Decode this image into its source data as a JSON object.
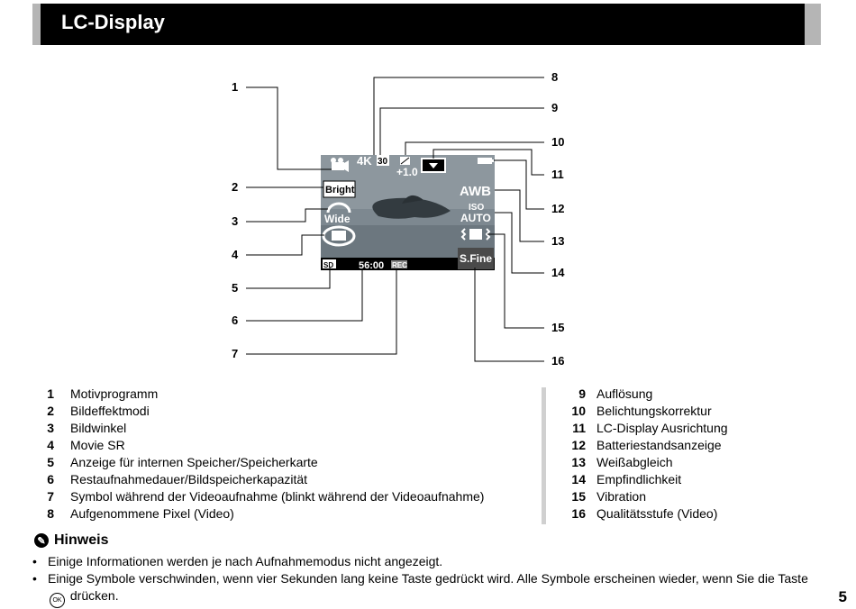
{
  "header": {
    "title": "LC-Display"
  },
  "diagram": {
    "callouts": [
      "1",
      "2",
      "3",
      "4",
      "5",
      "6",
      "7",
      "8",
      "9",
      "10",
      "11",
      "12",
      "13",
      "14",
      "15",
      "16"
    ],
    "screen": {
      "resolution": "4K",
      "fps": "30",
      "ev_value": "+1.0",
      "effect": "Bright",
      "angle": "Wide",
      "white_balance": "AWB",
      "iso_label": "ISO",
      "iso_value": "AUTO",
      "storage": "SD",
      "time": "56:00",
      "rec": "REC",
      "quality": "S.Fine"
    }
  },
  "legend_left": [
    {
      "num": "1",
      "text": "Motivprogramm"
    },
    {
      "num": "2",
      "text": "Bildeffektmodi"
    },
    {
      "num": "3",
      "text": "Bildwinkel"
    },
    {
      "num": "4",
      "text": "Movie SR"
    },
    {
      "num": "5",
      "text": "Anzeige für internen Speicher/Speicherkarte"
    },
    {
      "num": "6",
      "text": "Restaufnahmedauer/Bildspeicherkapazität"
    },
    {
      "num": "7",
      "text": "Symbol während der Videoaufnahme (blinkt während der Videoaufnahme)"
    },
    {
      "num": "8",
      "text": "Aufgenommene Pixel (Video)"
    }
  ],
  "legend_right": [
    {
      "num": "9",
      "text": "Auflösung"
    },
    {
      "num": "10",
      "text": "Belichtungskorrektur"
    },
    {
      "num": "11",
      "text": "LC-Display Ausrichtung"
    },
    {
      "num": "12",
      "text": "Batteriestandsanzeige"
    },
    {
      "num": "13",
      "text": "Weißabgleich"
    },
    {
      "num": "14",
      "text": "Empfindlichkeit"
    },
    {
      "num": "15",
      "text": "Vibration"
    },
    {
      "num": "16",
      "text": "Qualitätsstufe (Video)"
    }
  ],
  "note": {
    "title": "Hinweis",
    "bullet": "•",
    "items": [
      "Einige Informationen werden je nach Aufnahmemodus nicht angezeigt.",
      "Einige Symbole verschwinden, wenn vier Sekunden lang keine Taste gedrückt wird. Alle Symbole erscheinen wieder, wenn Sie die Taste"
    ],
    "button_icon_text": "OK",
    "after_icon": "drücken."
  },
  "page_number": "5",
  "icons": [
    "pencil-icon",
    "movie-camera-icon",
    "ev-icon",
    "orientation-icon",
    "battery-icon",
    "wide-angle-icon",
    "movie-sr-icon",
    "vibration-icon",
    "ok-button-icon"
  ]
}
